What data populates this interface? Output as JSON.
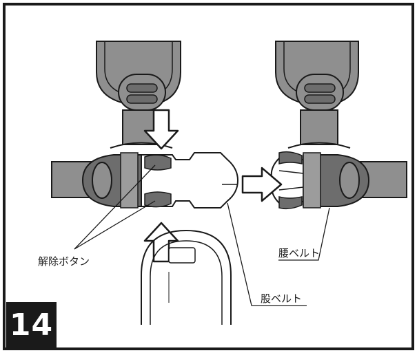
{
  "labels": {
    "release_button": "解除ボタン",
    "waist_belt": "腰ベルト",
    "crotch_belt": "股ベルト"
  },
  "step_number": "14",
  "colors": {
    "strap": "#8f8f8f",
    "strap_dark": "#6d6d6d",
    "buckle_light": "#ffffff",
    "outline": "#1a1a1a",
    "background": "#ffffff"
  }
}
